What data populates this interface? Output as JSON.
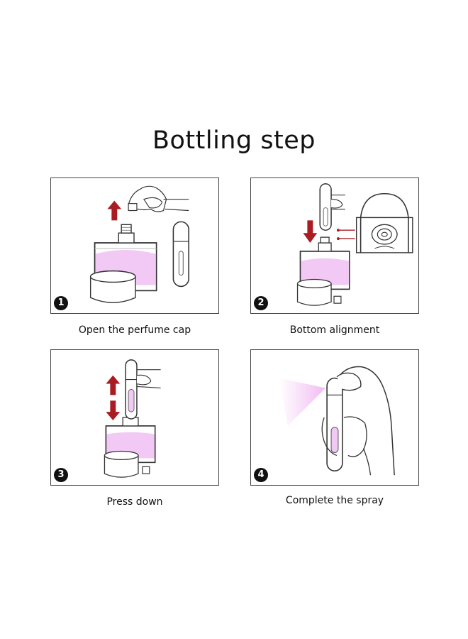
{
  "title": "Bottling step",
  "steps": [
    {
      "number": "1",
      "caption": "Open the perfume cap"
    },
    {
      "number": "2",
      "caption": "Bottom alignment"
    },
    {
      "number": "3",
      "caption": "Press down"
    },
    {
      "number": "4",
      "caption": "Complete the spray"
    }
  ],
  "colors": {
    "liquid": "#f2c8f4",
    "arrow": "#a81c22",
    "outline": "#333333",
    "spray": "#f0b8f2"
  }
}
